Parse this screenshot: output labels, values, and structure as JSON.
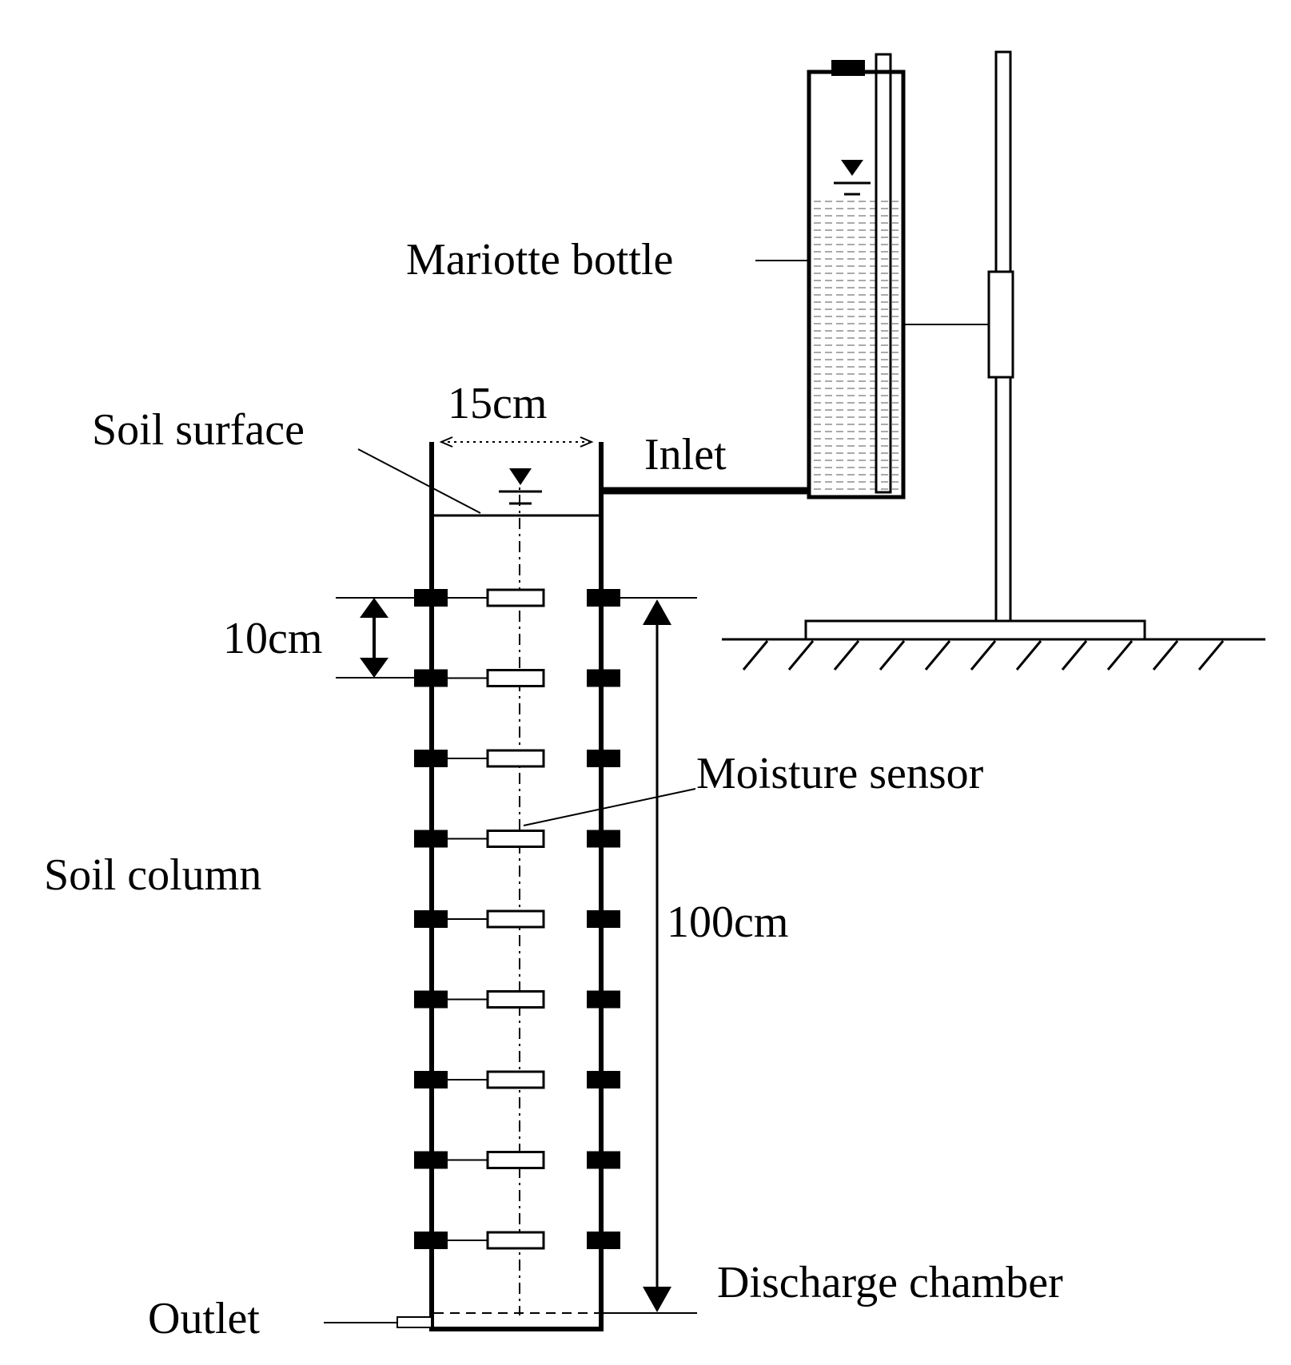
{
  "labels": {
    "mariotte_bottle": "Mariotte bottle",
    "soil_surface": "Soil surface",
    "width_dim": "15cm",
    "inlet": "Inlet",
    "spacing_dim": "10cm",
    "moisture_sensor": "Moisture sensor",
    "soil_column": "Soil column",
    "height_dim": "100cm",
    "discharge_chamber": "Discharge chamber",
    "outlet": "Outlet"
  },
  "sensor_count": 9,
  "colors": {
    "ink": "#000000",
    "background": "#ffffff"
  }
}
